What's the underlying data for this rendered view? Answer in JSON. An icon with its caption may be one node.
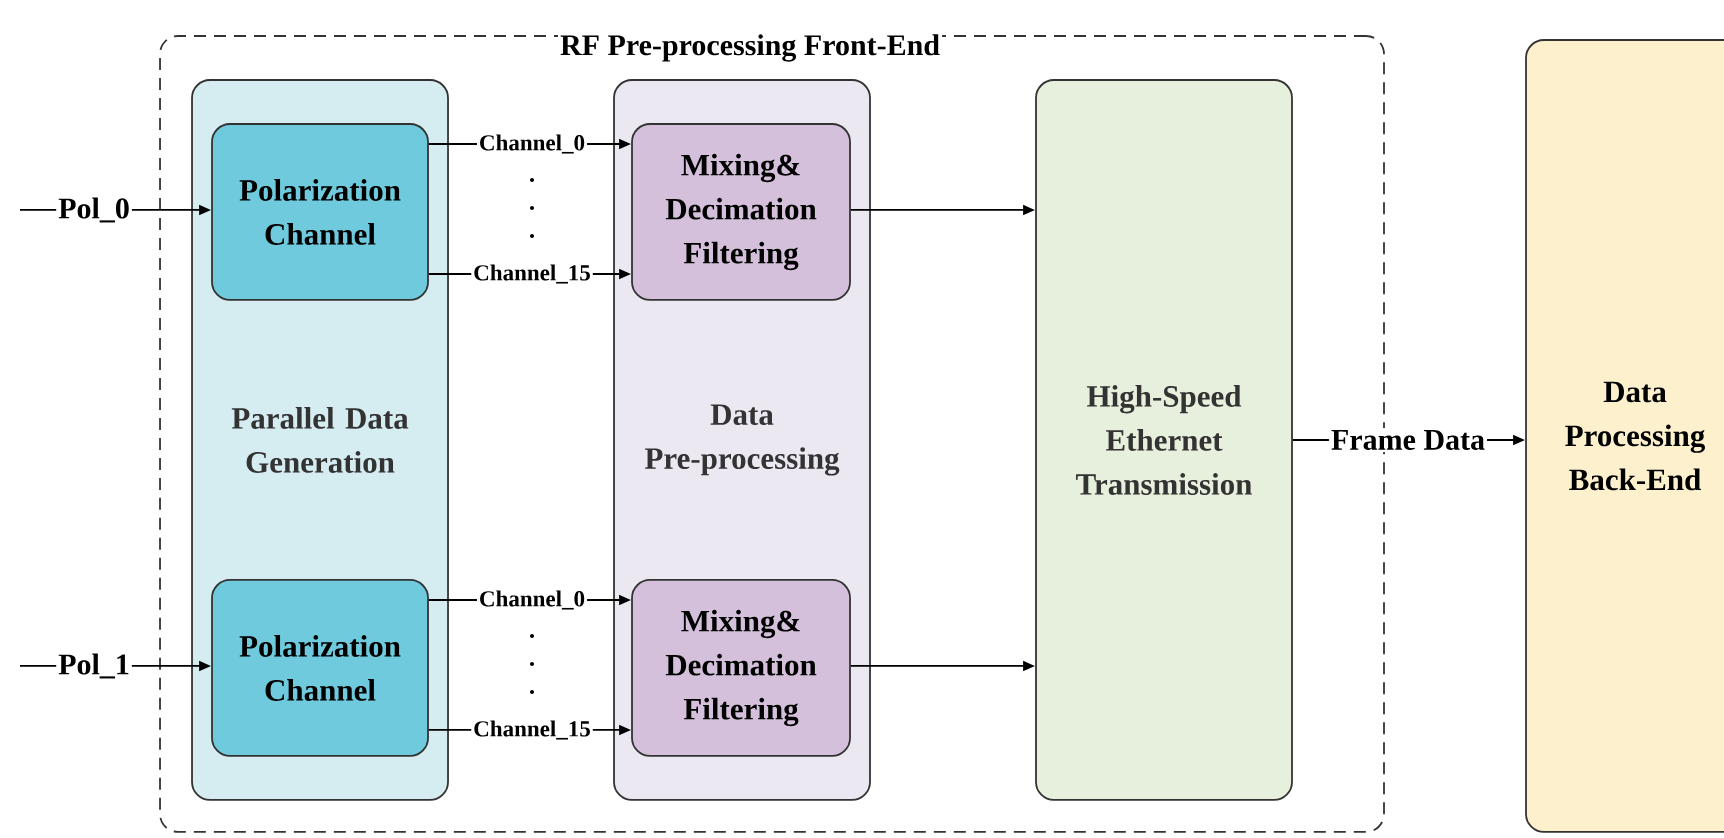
{
  "diagram": {
    "nodes": [
      {
        "text": [
          "RF Pre-processing Front-End"
        ]
      },
      {
        "text": [
          "Parallel Data Generation"
        ],
        "in": 0
      },
      {
        "text": [
          "Polarization Channel"
        ],
        "in": 1
      },
      {
        "text": [
          "Polarization Channel"
        ],
        "in": 1
      },
      {
        "text": [
          "Data Pre-processing"
        ],
        "in": 0
      },
      {
        "text": [
          "Mixing& Decimation Filtering"
        ],
        "in": 4
      },
      {
        "text": [
          "Mixing& Decimation Filtering"
        ],
        "in": 4
      },
      {
        "text": [
          "High-Speed Ethernet Transmission"
        ],
        "in": 0
      },
      {
        "text": [
          "Data Processing Back-End"
        ]
      }
    ],
    "edges": [
      {
        "from": null,
        "to": 2,
        "arrow": "to",
        "label": "Pol_0"
      },
      {
        "from": null,
        "to": 3,
        "arrow": "to",
        "label": "Pol_1"
      },
      {
        "from": 2,
        "to": 5,
        "arrow": "to",
        "label": "Channel_0"
      },
      {
        "from": 2,
        "to": 5,
        "arrow": "to",
        "label": "Channel_15"
      },
      {
        "from": 3,
        "to": 6,
        "arrow": "to",
        "label": "Channel_0"
      },
      {
        "from": 3,
        "to": 6,
        "arrow": "to",
        "label": "Channel_15"
      },
      {
        "from": 5,
        "to": 7,
        "arrow": "to"
      },
      {
        "from": 6,
        "to": 7,
        "arrow": "to"
      },
      {
        "from": 7,
        "to": 8,
        "arrow": "to",
        "label": "Frame Data"
      }
    ]
  }
}
